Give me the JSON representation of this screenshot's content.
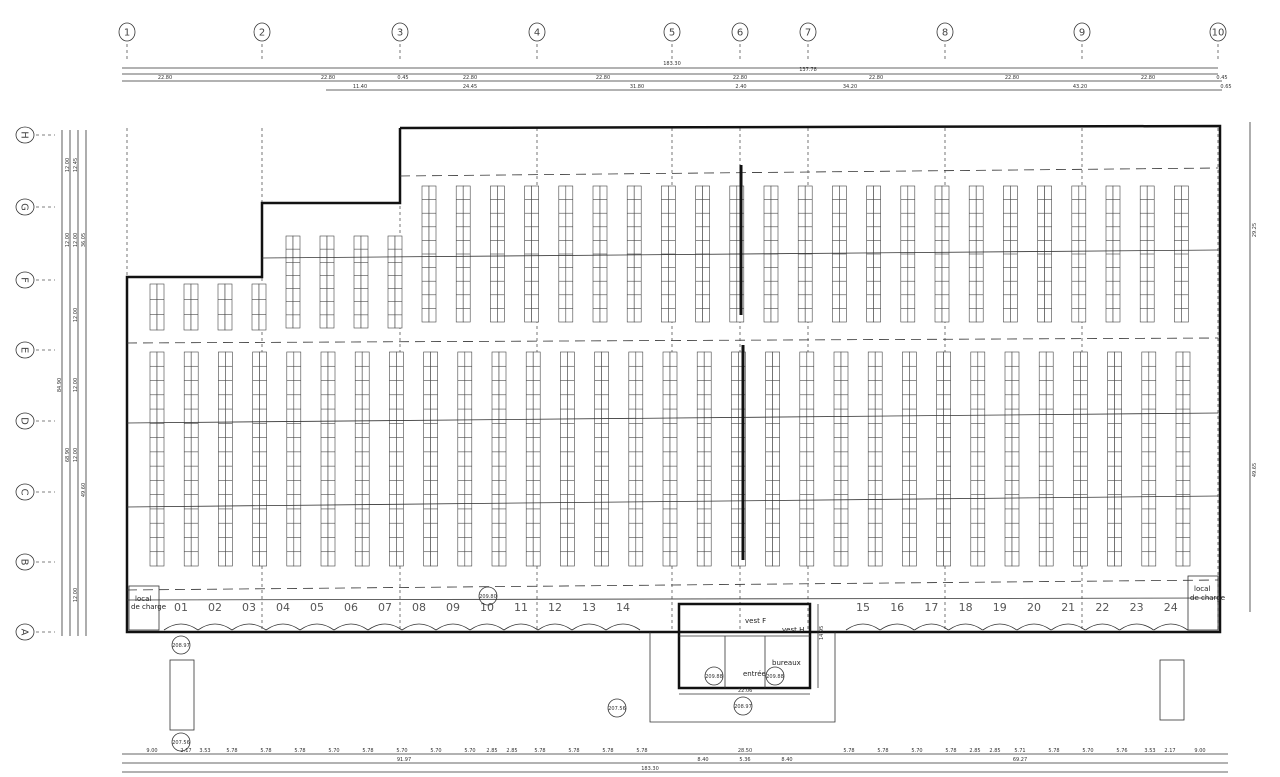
{
  "grid": {
    "columns": [
      "1",
      "2",
      "3",
      "4",
      "5",
      "6",
      "7",
      "8",
      "9",
      "10"
    ],
    "rows": [
      "H",
      "G",
      "F",
      "E",
      "D",
      "C",
      "B",
      "A"
    ]
  },
  "top_dimensions": {
    "overall": [
      "183.30",
      "137.78"
    ],
    "bays": [
      "22.80",
      "22.80",
      "0.45",
      "22.80",
      "22.80",
      "22.80",
      "22.80",
      "22.80",
      "22.80",
      "0.45"
    ],
    "secondary": [
      "11.40",
      "24.45",
      "31.80",
      "2.40",
      "34.20",
      "43.20",
      "0.65"
    ]
  },
  "bottom_dimensions": {
    "docks": [
      "9.00",
      "2.17",
      "3.53",
      "5.78",
      "5.78",
      "5.78",
      "5.70",
      "5.78",
      "5.70",
      "5.70",
      "5.70",
      "2.85",
      "2.85",
      "5.78",
      "5.78",
      "5.78",
      "5.78",
      "28.50",
      "5.78",
      "5.78",
      "5.70",
      "5.78",
      "2.85",
      "2.85",
      "5.71",
      "5.78",
      "5.70",
      "5.76",
      "3.53",
      "2.17",
      "9.00"
    ],
    "partial": [
      "91.97",
      "8.40",
      "5.36",
      "8.40",
      "69.27"
    ],
    "overall": "183.30"
  },
  "left_dimensions": [
    "12.00",
    "12.45",
    "12.00",
    "12.00",
    "36.05",
    "12.00",
    "12.00",
    "12.00",
    "12.00",
    "84.90",
    "68.90",
    "49.60"
  ],
  "right_dimensions": [
    "29.25",
    "49.65"
  ],
  "dock_numbers": [
    "01",
    "02",
    "03",
    "04",
    "05",
    "06",
    "07",
    "08",
    "09",
    "10",
    "11",
    "12",
    "13",
    "14",
    "15",
    "16",
    "17",
    "18",
    "19",
    "20",
    "21",
    "22",
    "23",
    "24"
  ],
  "rooms": {
    "charging_left": [
      "local",
      "de charge"
    ],
    "charging_right": [
      "local",
      "de charge"
    ],
    "office_center": [
      "vest F",
      "vest H",
      "bureaux",
      "entrée"
    ],
    "office_dim": "22.06",
    "office_height": "14.95"
  },
  "elevations": [
    "208.97",
    "209.80",
    "209.88",
    "209.88",
    "208.97",
    "207.56",
    "207.56"
  ]
}
